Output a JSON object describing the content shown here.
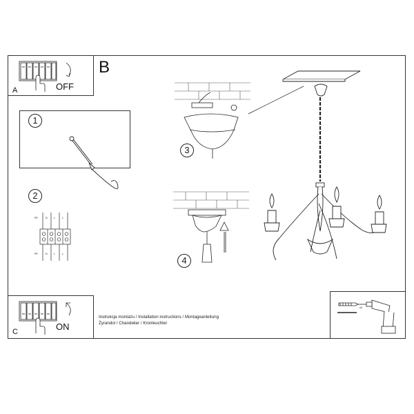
{
  "sections": {
    "A": {
      "label": "A",
      "switch_text": "OFF"
    },
    "B": {
      "label": "B"
    },
    "C": {
      "label": "C",
      "switch_text": "ON"
    }
  },
  "steps": [
    "1",
    "2",
    "3",
    "4"
  ],
  "terminal": {
    "top_labels": [
      "PE",
      "N",
      "L",
      "L"
    ],
    "bottom_labels": [
      "PE",
      "N",
      "L",
      "L"
    ]
  },
  "captions": [
    "Instrukcja montażu / Installation instructions / Montageanleitung",
    "Żyrandol / Chandelier / Kronleuchter"
  ],
  "tools": {
    "qty": "x2"
  },
  "colors": {
    "line": "#222222",
    "hatch": "#555555",
    "fill": "#ffffff"
  }
}
